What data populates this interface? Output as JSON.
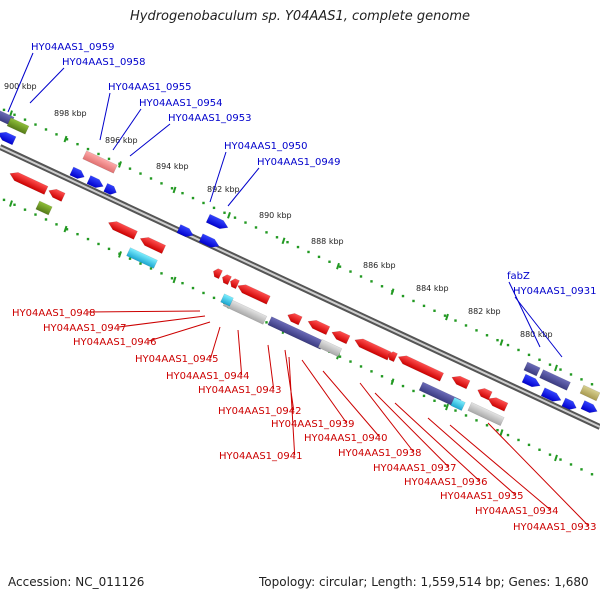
{
  "title": "Hydrogenobaculum sp. Y04AAS1, complete genome",
  "footer": {
    "accession": "Accession: NC_011126",
    "summary": "Topology: circular; Length: 1,559,514 bp; Genes: 1,680"
  },
  "colors": {
    "forward_label": "#0000cc",
    "reverse_label": "#cc0000",
    "backbone": "#8c8c8c",
    "tick_marks": "#229922"
  },
  "kbp_labels": [
    "900 kbp",
    "898 kbp",
    "896 kbp",
    "894 kbp",
    "892 kbp",
    "890 kbp",
    "888 kbp",
    "886 kbp",
    "884 kbp",
    "882 kbp",
    "880 kbp"
  ],
  "forward_genes": [
    "HY04AAS1_0959",
    "HY04AAS1_0958",
    "HY04AAS1_0955",
    "HY04AAS1_0954",
    "HY04AAS1_0953",
    "HY04AAS1_0950",
    "HY04AAS1_0949",
    "fabZ",
    "HY04AAS1_0931"
  ],
  "reverse_genes": [
    "HY04AAS1_0948",
    "HY04AAS1_0947",
    "HY04AAS1_0946",
    "HY04AAS1_0945",
    "HY04AAS1_0944",
    "HY04AAS1_0943",
    "HY04AAS1_0942",
    "HY04AAS1_0940",
    "HY04AAS1_0939",
    "HY04AAS1_0941",
    "HY04AAS1_0938",
    "HY04AAS1_0937",
    "HY04AAS1_0936",
    "HY04AAS1_0935",
    "HY04AAS1_0934",
    "HY04AAS1_0933"
  ]
}
